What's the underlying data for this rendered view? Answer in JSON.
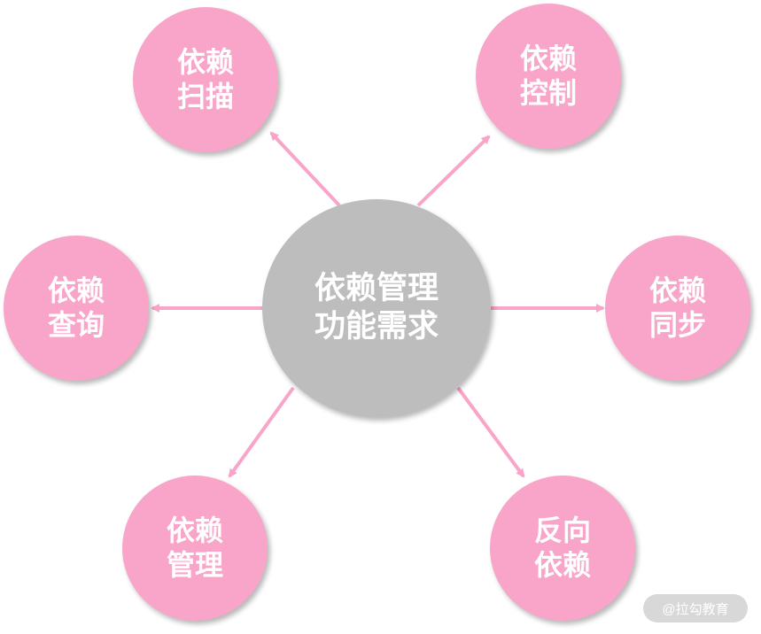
{
  "colors": {
    "outer_node": "#f8a5c9",
    "center_node": "#bdbdbd",
    "arrow": "#f8a5c9",
    "text": "#ffffff",
    "watermark_bg": "#d8d8d8"
  },
  "center": {
    "line1": "依赖管理",
    "line2": "功能需求"
  },
  "nodes": {
    "scan": {
      "line1": "依赖",
      "line2": "扫描"
    },
    "control": {
      "line1": "依赖",
      "line2": "控制"
    },
    "query": {
      "line1": "依赖",
      "line2": "查询"
    },
    "sync": {
      "line1": "依赖",
      "line2": "同步"
    },
    "manage": {
      "line1": "依赖",
      "line2": "管理"
    },
    "reverse": {
      "line1": "反向",
      "line2": "依赖"
    }
  },
  "watermark": {
    "text": "@拉勾教育"
  }
}
